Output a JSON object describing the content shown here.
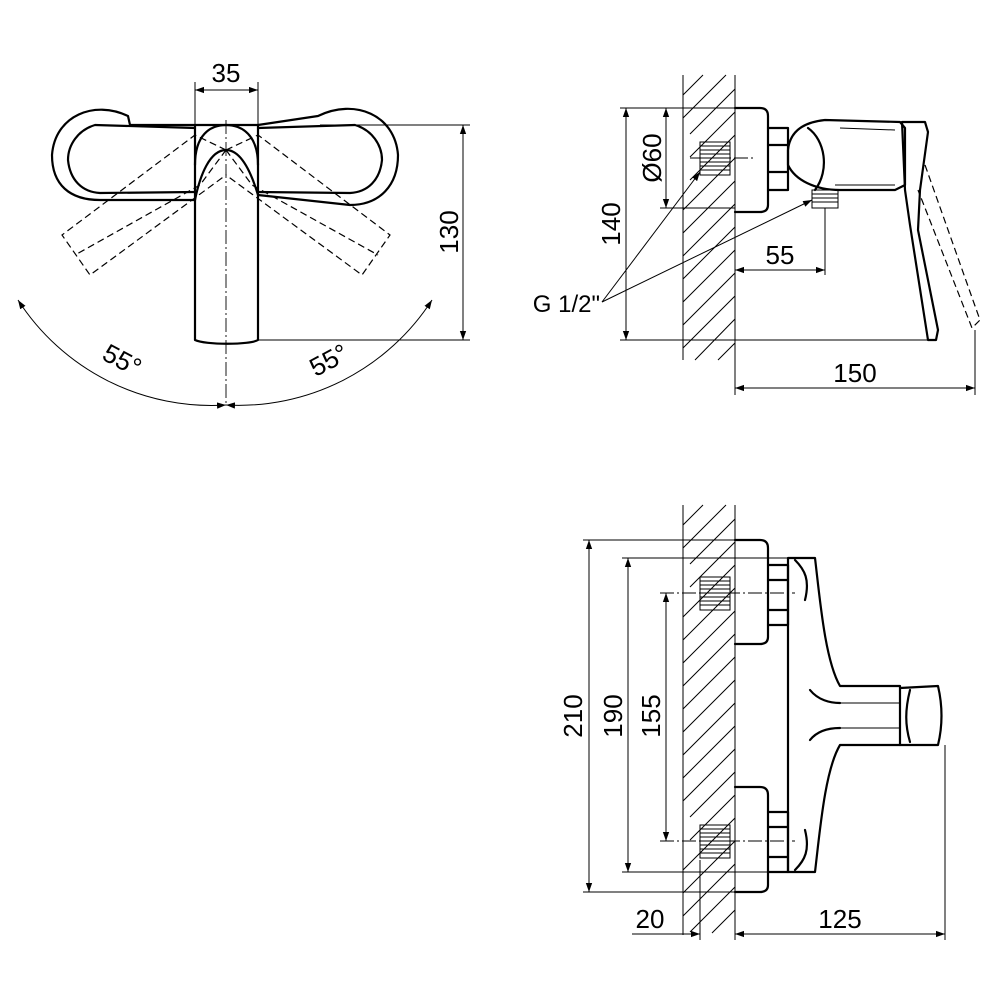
{
  "front_view": {
    "dim_spout_width": "35",
    "dim_height": "130",
    "dim_angle_left": "55°",
    "dim_angle_right": "55°"
  },
  "side_view": {
    "dim_diameter": "Ø60",
    "dim_height": "140",
    "dim_outlet_offset": "55",
    "dim_depth": "150",
    "thread_label": "G 1/2\""
  },
  "top_view": {
    "dim_overall": "210",
    "dim_flange": "190",
    "dim_centers": "155",
    "dim_wall": "20",
    "dim_projection": "125"
  }
}
